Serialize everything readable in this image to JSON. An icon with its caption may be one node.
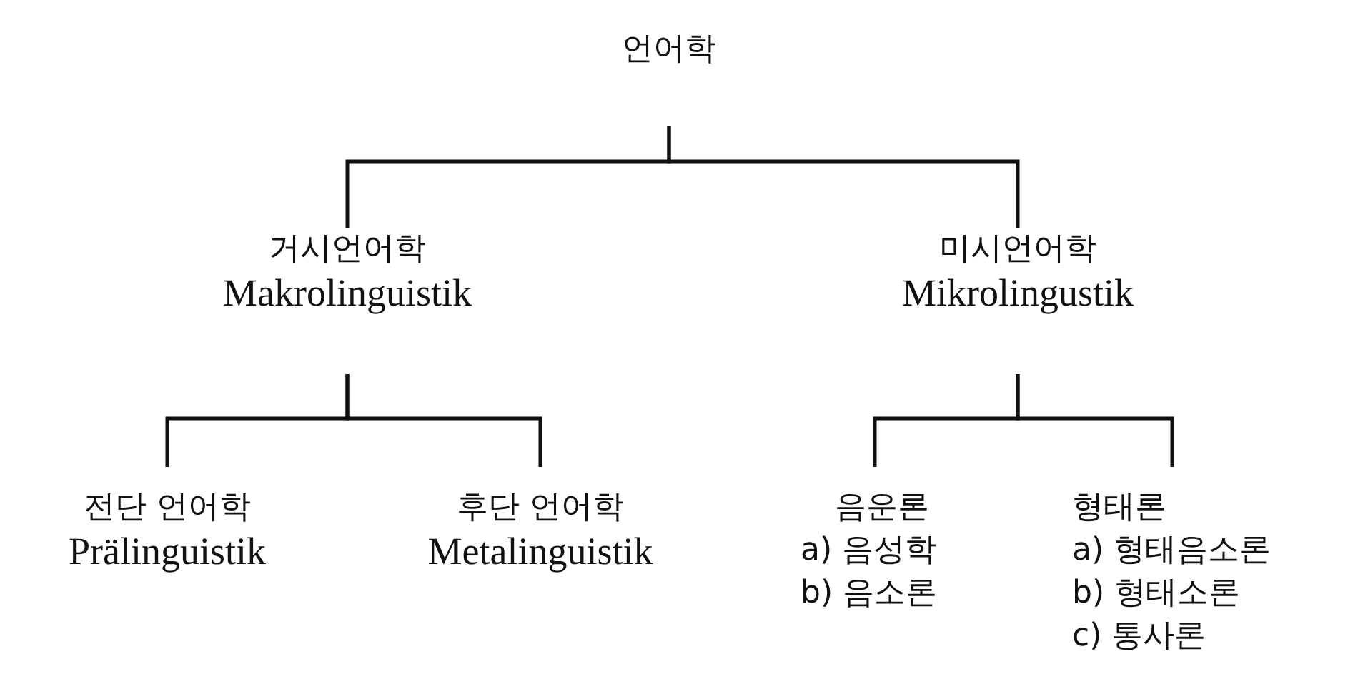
{
  "diagram": {
    "nodes": [
      {
        "text": [
          "언어학"
        ]
      },
      {
        "text": [
          "거시언어학",
          "Makrolinguistik"
        ]
      },
      {
        "text": [
          "미시언어학",
          "Mikrolingustik"
        ]
      },
      {
        "text": [
          "전단 언어학",
          "Prälinguistik"
        ]
      },
      {
        "text": [
          "후단 언어학",
          "Metalinguistik"
        ]
      },
      {
        "text": [
          "음운론",
          "a) 음성학",
          "b) 음소론"
        ]
      },
      {
        "text": [
          "형태론",
          "a) 형태음소론",
          "b) 형태소론",
          "c) 통사론"
        ]
      }
    ],
    "edges": [
      {
        "from": 0,
        "to": 1,
        "arrow": "none"
      },
      {
        "from": 0,
        "to": 2,
        "arrow": "none"
      },
      {
        "from": 1,
        "to": 3,
        "arrow": "none"
      },
      {
        "from": 1,
        "to": 4,
        "arrow": "none"
      },
      {
        "from": 2,
        "to": 5,
        "arrow": "none"
      },
      {
        "from": 2,
        "to": 6,
        "arrow": "none"
      }
    ]
  }
}
